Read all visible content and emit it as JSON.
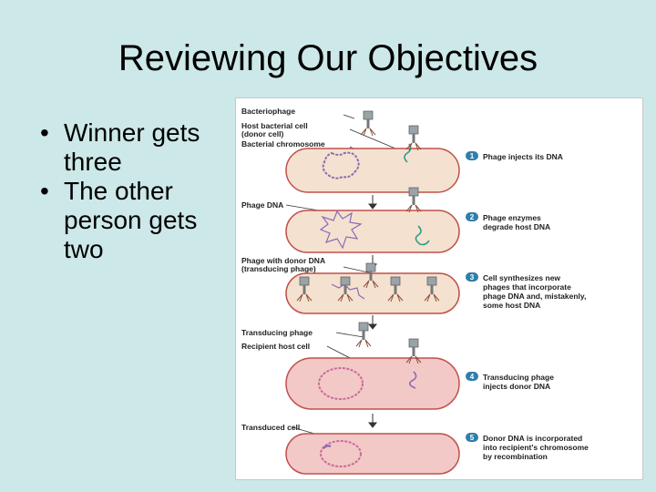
{
  "slide": {
    "title": "Reviewing Our Objectives",
    "bullets": [
      "Winner gets three",
      "The other person gets two"
    ]
  },
  "figure": {
    "labels": {
      "bacteriophage": "Bacteriophage",
      "host_cell_1": "Host bacterial cell",
      "host_cell_2": "(donor cell)",
      "bacterial_chromosome": "Bacterial chromosome",
      "phage_dna": "Phage DNA",
      "phage_donor_1": "Phage with donor DNA",
      "phage_donor_2": "(transducing phage)",
      "transducing_phage": "Transducing phage",
      "recipient_cell": "Recipient host cell",
      "transduced_cell": "Transduced cell"
    },
    "steps": [
      {
        "num": "1",
        "lines": [
          "Phage injects its DNA"
        ]
      },
      {
        "num": "2",
        "lines": [
          "Phage enzymes",
          "degrade host DNA"
        ]
      },
      {
        "num": "3",
        "lines": [
          "Cell synthesizes new",
          "phages that incorporate",
          "phage DNA and, mistakenly,",
          "some host DNA"
        ]
      },
      {
        "num": "4",
        "lines": [
          "Transducing phage",
          "injects donor DNA"
        ]
      },
      {
        "num": "5",
        "lines": [
          "Donor DNA is incorporated",
          "into recipient's chromosome",
          "by recombination"
        ]
      }
    ],
    "colors": {
      "cell_donor_fill": "#f5e1cf",
      "cell_recipient_fill": "#f2c9c6",
      "cell_outline": "#c0504d",
      "chromosome_donor": "#8a6bb8",
      "chromosome_recipient": "#c96b9a",
      "phage_dna": "#2a9d8f",
      "step_badge": "#2f7fa8"
    }
  }
}
